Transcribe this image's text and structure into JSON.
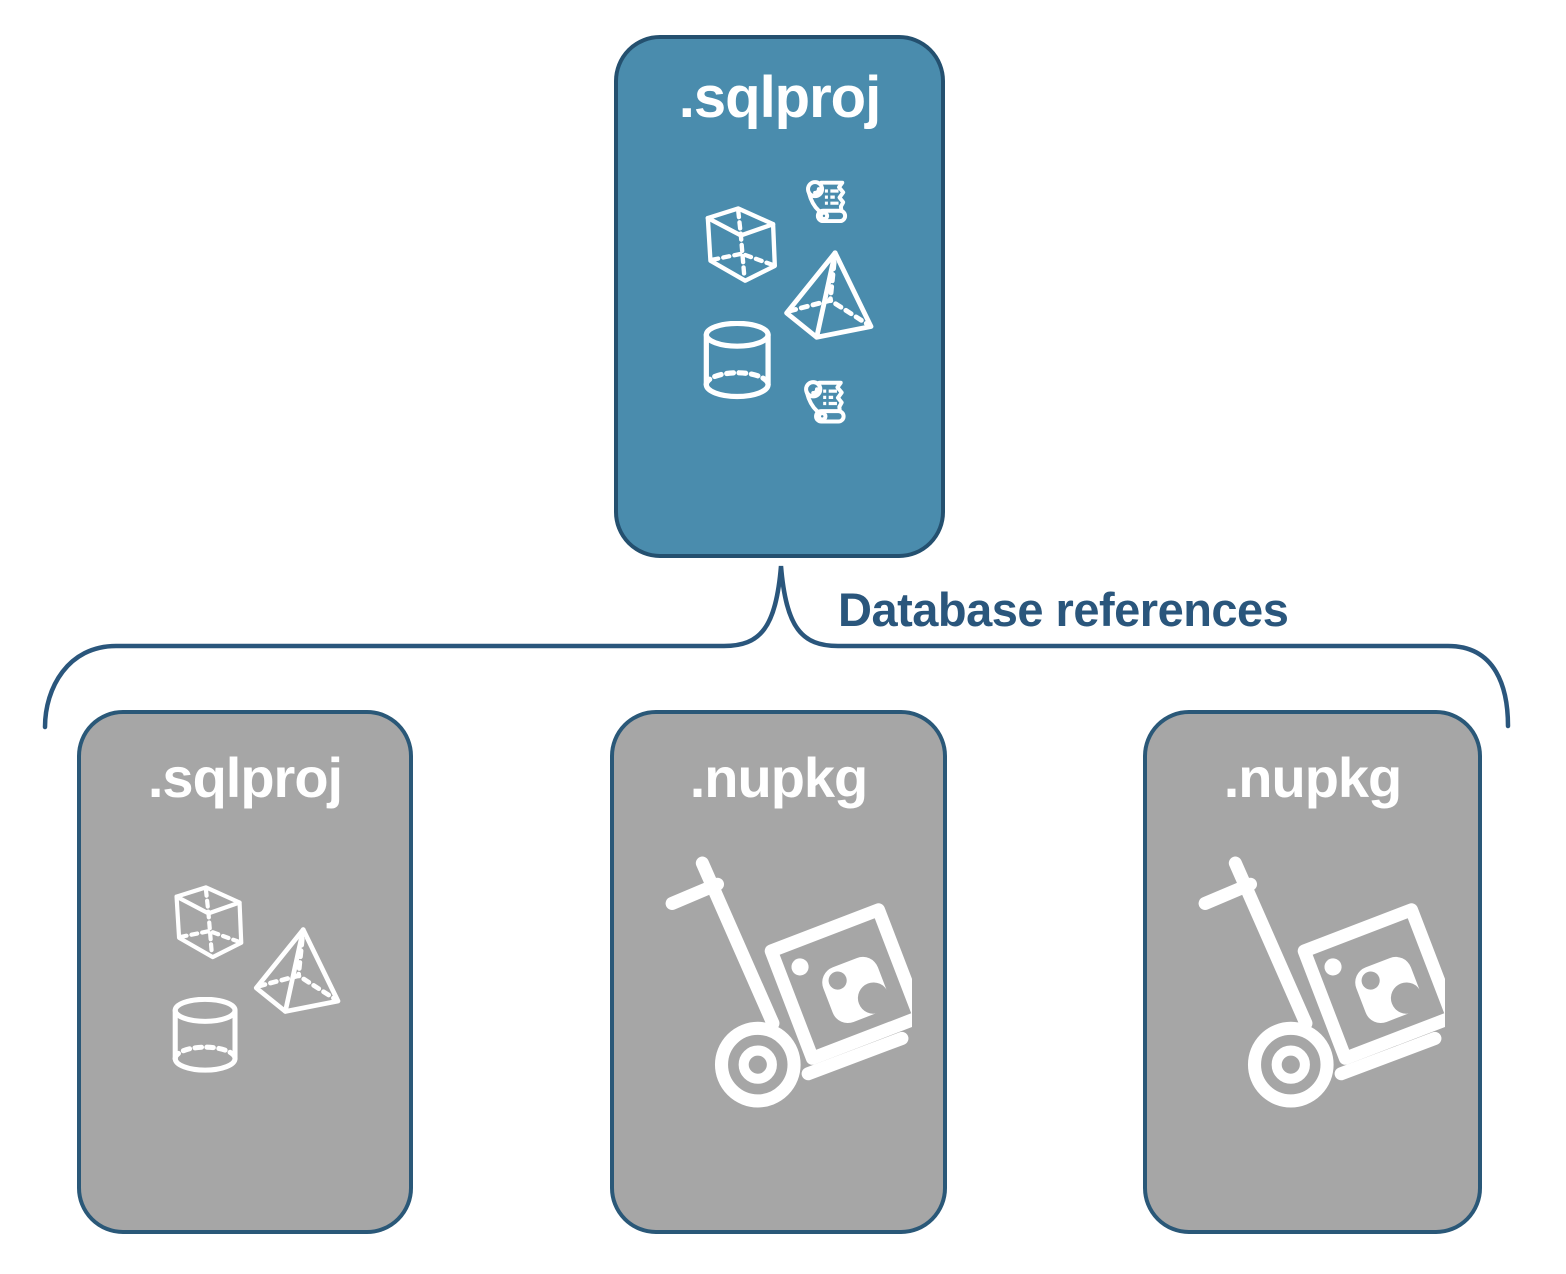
{
  "diagram": {
    "connector_label": "Database references",
    "parent": {
      "label": ".sqlproj",
      "icons": [
        "cube",
        "scroll",
        "pyramid",
        "cylinder",
        "scroll"
      ]
    },
    "children": [
      {
        "label": ".sqlproj",
        "icons": [
          "cube",
          "pyramid",
          "cylinder"
        ]
      },
      {
        "label": ".nupkg",
        "icons": [
          "hand-truck-package"
        ]
      },
      {
        "label": ".nupkg",
        "icons": [
          "hand-truck-package"
        ]
      }
    ],
    "colors": {
      "parent_fill": "#4A8CAD",
      "child_fill": "#A6A6A6",
      "outline": "#2A5878",
      "label_text": "#2A567C",
      "icon_color": "#FFFFFF"
    }
  }
}
